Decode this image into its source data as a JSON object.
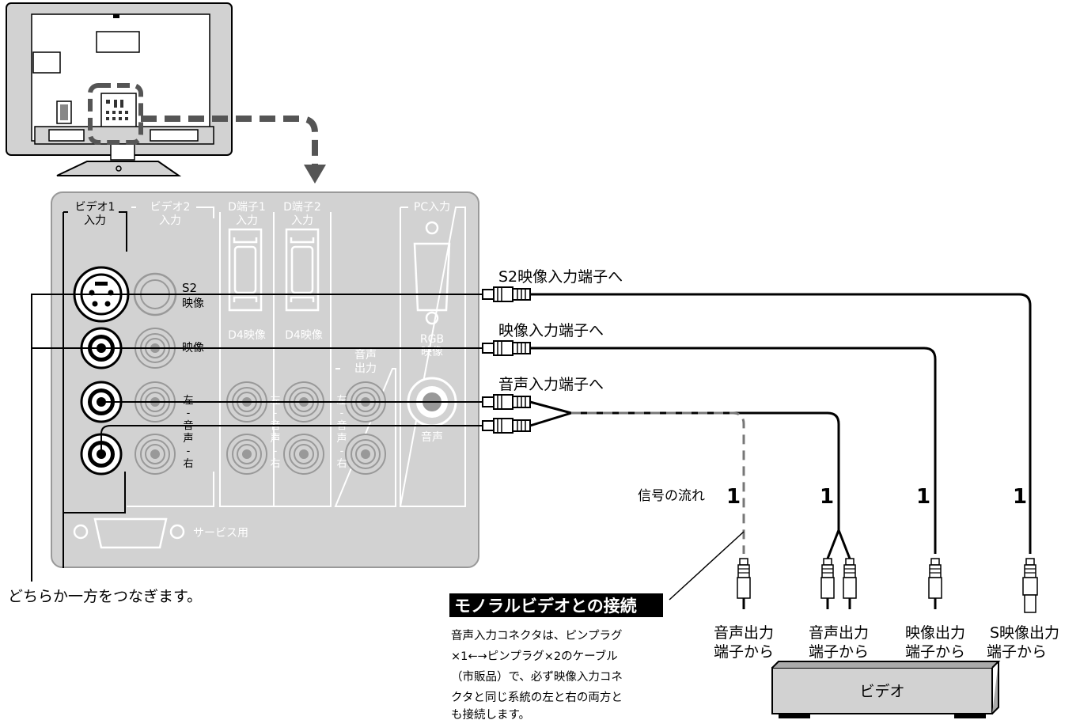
{
  "panel": {
    "group_labels": {
      "video1_line1": "ビデオ1",
      "video1_line2": "入力",
      "video2_line1": "ビデオ2",
      "video2_line2": "入力",
      "d1_line1": "D端子1",
      "d1_line2": "入力",
      "d2_line1": "D端子2",
      "d2_line2": "入力",
      "pc": "PC入力",
      "audio_out_line1": "音声",
      "audio_out_line2": "出力"
    },
    "labels": {
      "s2_line1": "S2",
      "s2_line2": "映像",
      "video": "映像",
      "left": "左",
      "audio_v1": "音",
      "audio_v2": "声",
      "right": "右",
      "dash": "-",
      "d4_1": "D4映像",
      "d4_2": "D4映像",
      "rgb_line1": "RGB",
      "rgb_line2": "映像",
      "pc_audio": "音声",
      "service": "サービス用"
    }
  },
  "cables": {
    "s2_label": "S2映像入力端子へ",
    "video_label": "映像入力端子へ",
    "audio_label": "音声入力端子へ",
    "signal_flow": "信号の流れ",
    "numbers": [
      "1",
      "1",
      "1",
      "1"
    ]
  },
  "note_left": "どちらか一方をつなぎます。",
  "mono": {
    "title": "モノラルビデオとの接続",
    "lines": [
      "音声入力コネクタは、ピンプラグ",
      "×1←→ピンプラグ×2のケーブル",
      "（市販品）で、必ず映像入力コネ",
      "クタと同じ系統の左と右の両方と",
      "も接続します。"
    ]
  },
  "outputs": [
    {
      "line1": "音声出力",
      "line2": "端子から"
    },
    {
      "line1": "音声出力",
      "line2": "端子から"
    },
    {
      "line1": "映像出力",
      "line2": "端子から"
    },
    {
      "line1": "S映像出力",
      "line2": "端子から"
    }
  ],
  "video_box": "ビデオ"
}
